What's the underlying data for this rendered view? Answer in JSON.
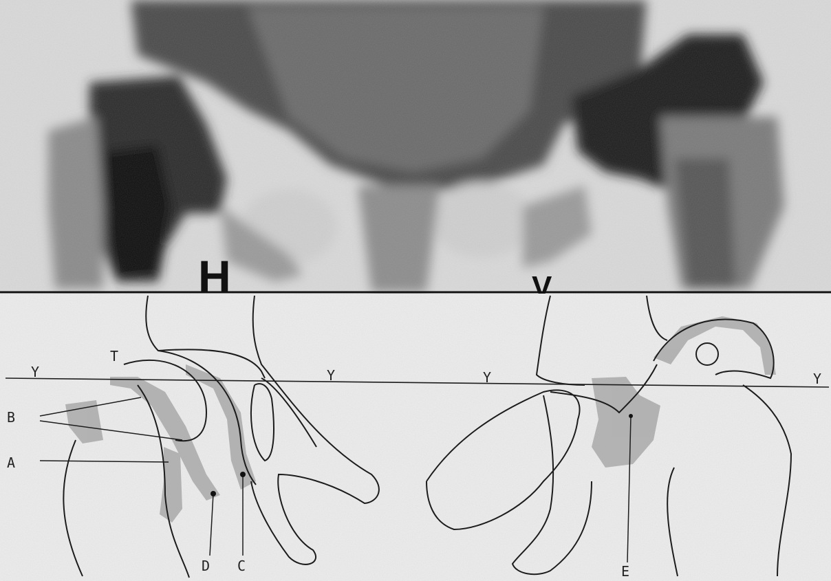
{
  "colors": {
    "photo_background": "#d9d9d9",
    "photo_dark": "#1a1a1a",
    "photo_mid": "#6e6e6e",
    "drawing_background": "#ececec",
    "outline": "#1c1c1c",
    "shaded_region": "#a9a9a9"
  },
  "top_panel": {
    "label_left": "H",
    "label_right": "V"
  },
  "bottom_panel": {
    "reference_line_label": "Y",
    "labels": {
      "t": "T",
      "b": "B",
      "a": "A",
      "d": "D",
      "c": "C",
      "e": "E"
    }
  }
}
